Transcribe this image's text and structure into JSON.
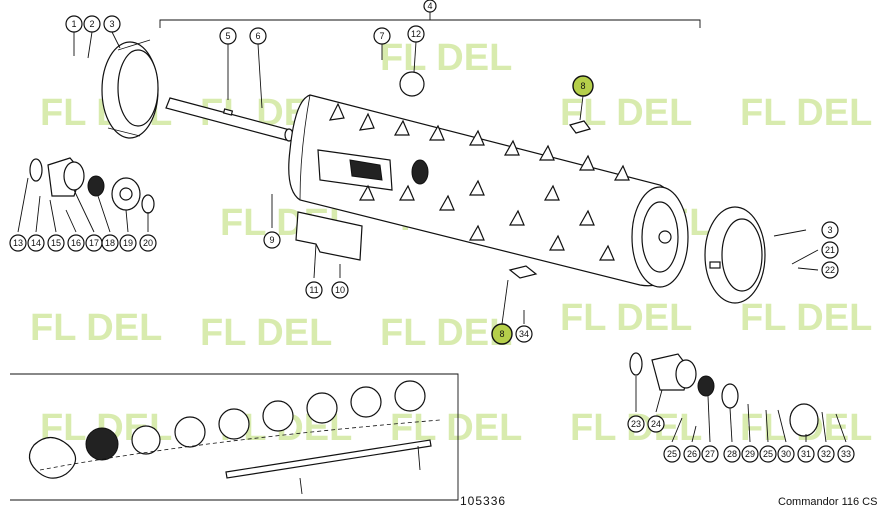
{
  "drawing_number": "105336",
  "model_label": "Commandor 116 CS",
  "watermark_text": "FL  DEL",
  "callouts": {
    "c1": "1",
    "c2": "2",
    "c3a": "3",
    "c3b": "3",
    "c4": "4",
    "c5": "5",
    "c6": "6",
    "c7": "7",
    "c8a": "8",
    "c8b": "8",
    "c9": "9",
    "c10": "10",
    "c11": "11",
    "c12": "12",
    "c13": "13",
    "c14": "14",
    "c15": "15",
    "c16": "16",
    "c17": "17",
    "c18": "18",
    "c19": "19",
    "c20": "20",
    "c21": "21",
    "c22": "22",
    "c23": "23",
    "c24": "24",
    "c25a": "25",
    "c25b": "25",
    "c26": "26",
    "c27": "27",
    "c28": "28",
    "c29": "29",
    "c30": "30",
    "c31": "31",
    "c32": "32",
    "c33": "33",
    "c34": "34"
  },
  "colors": {
    "highlight": "#b5cf4a",
    "watermark": "#b9dc6c",
    "ink": "#111111"
  }
}
